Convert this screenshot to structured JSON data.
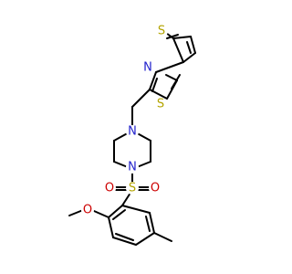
{
  "structure": {
    "atom_labels": [
      {
        "id": "s-thiophene",
        "text": "S"
      },
      {
        "id": "n-thiazole",
        "text": "N"
      },
      {
        "id": "s-thiazole",
        "text": "S"
      },
      {
        "id": "n-piperazine-top",
        "text": "N"
      },
      {
        "id": "n-piperazine-bottom",
        "text": "N"
      },
      {
        "id": "s-sulfonyl",
        "text": "S"
      },
      {
        "id": "o-sulfonyl-left",
        "text": "O"
      },
      {
        "id": "o-sulfonyl-right",
        "text": "O"
      },
      {
        "id": "o-methoxy",
        "text": "O"
      }
    ],
    "colors": {
      "carbon_bond": "#000000",
      "sulfur": "#b3a400",
      "nitrogen": "#2222cc",
      "oxygen": "#cc0000"
    }
  }
}
